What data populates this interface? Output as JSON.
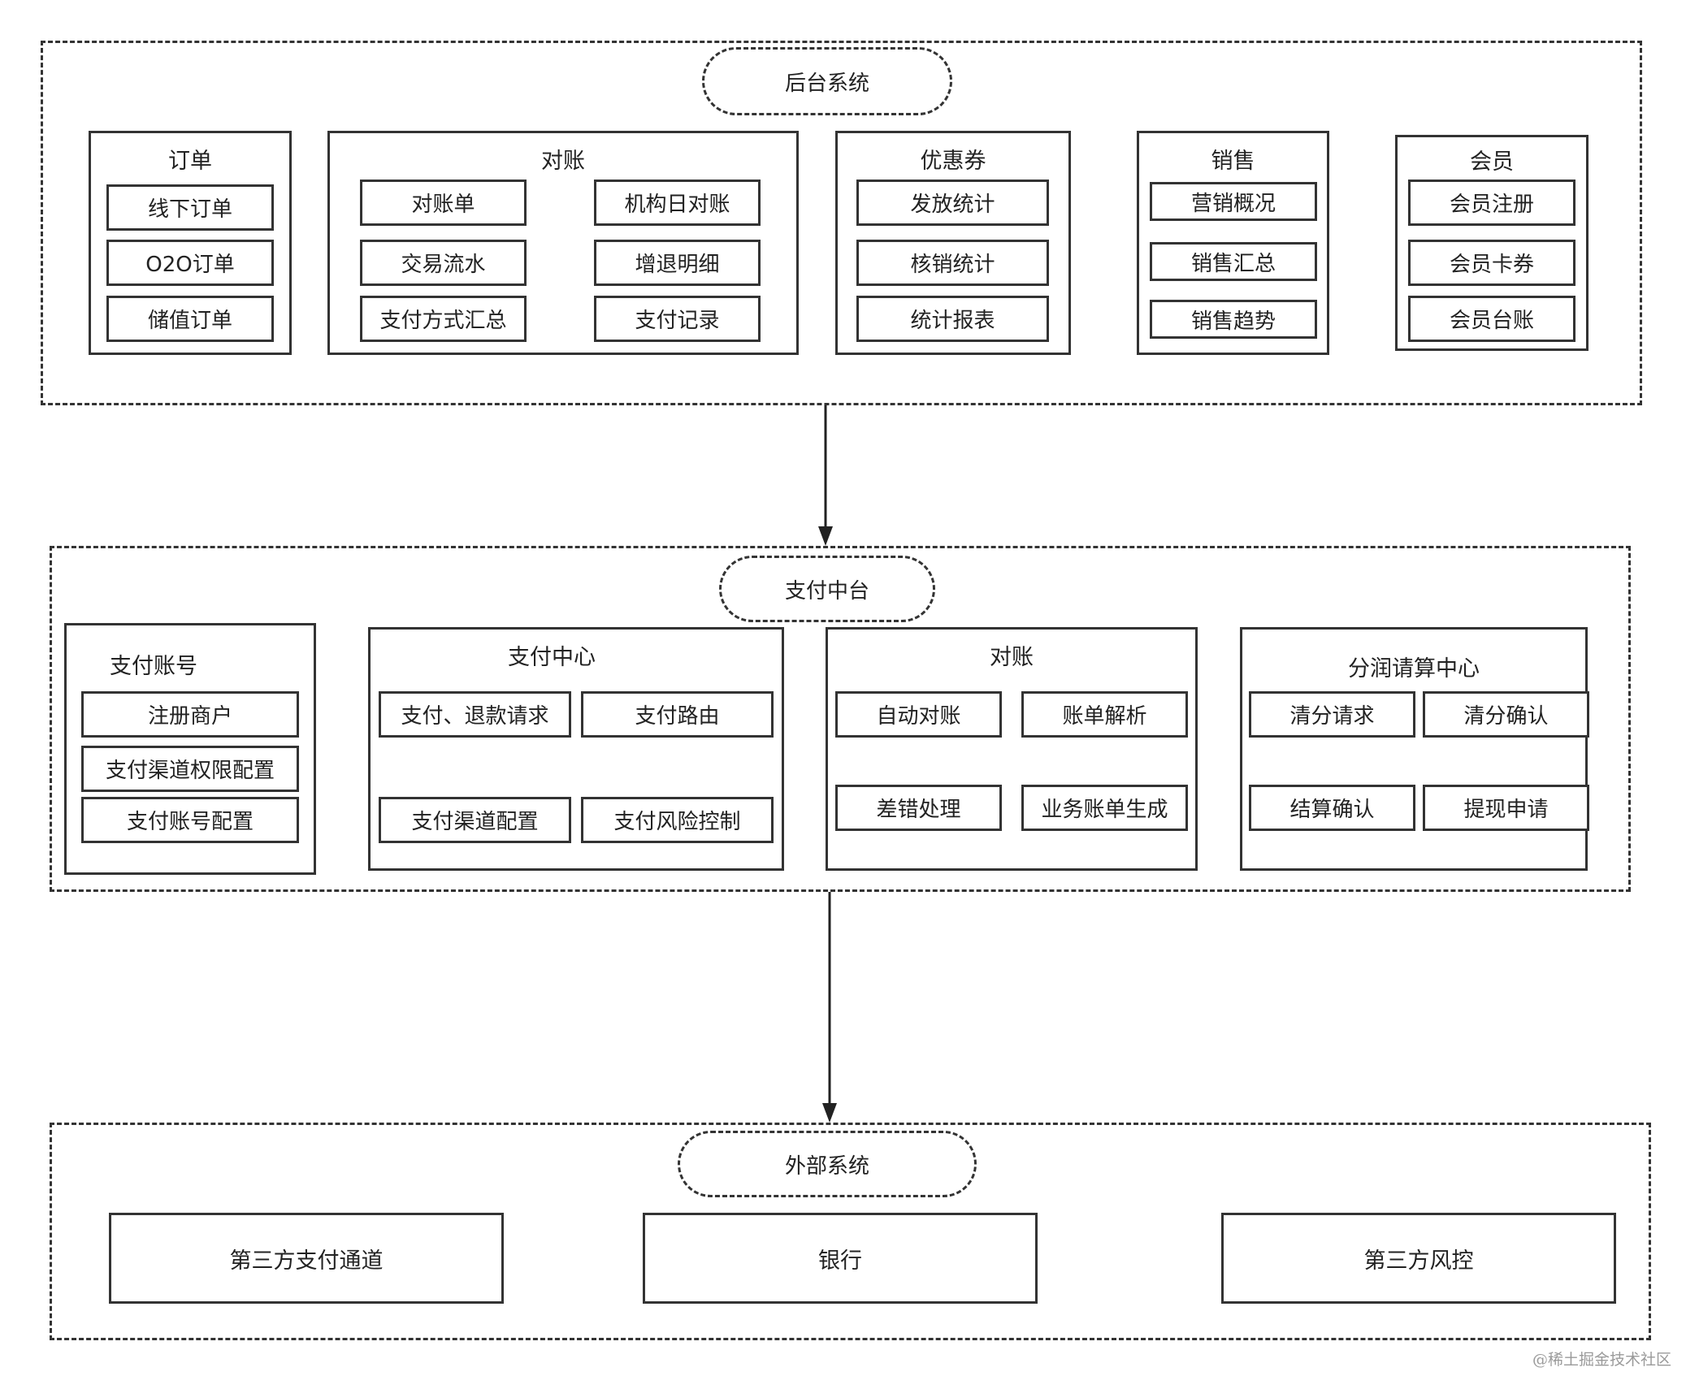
{
  "backend": {
    "title": "后台系统",
    "order": {
      "title": "订单",
      "items": [
        "线下订单",
        "O2O订单",
        "储值订单"
      ]
    },
    "recon": {
      "title": "对账",
      "items": [
        "对账单",
        "机构日对账",
        "交易流水",
        "增退明细",
        "支付方式汇总",
        "支付记录"
      ]
    },
    "coupon": {
      "title": "优惠券",
      "items": [
        "发放统计",
        "核销统计",
        "统计报表"
      ]
    },
    "sales": {
      "title": "销售",
      "items": [
        "营销概况",
        "销售汇总",
        "销售趋势"
      ]
    },
    "member": {
      "title": "会员",
      "items": [
        "会员注册",
        "会员卡券",
        "会员台账"
      ]
    }
  },
  "middle": {
    "title": "支付中台",
    "account": {
      "title": "支付账号",
      "items": [
        "注册商户",
        "支付渠道权限配置",
        "支付账号配置"
      ]
    },
    "paycenter": {
      "title": "支付中心",
      "items": [
        "支付、退款请求",
        "支付路由",
        "支付渠道配置",
        "支付风险控制"
      ]
    },
    "recon": {
      "title": "对账",
      "items": [
        "自动对账",
        "账单解析",
        "差错处理",
        "业务账单生成"
      ]
    },
    "settle": {
      "title": "分润请算中心",
      "items": [
        "清分请求",
        "清分确认",
        "结算确认",
        "提现申请"
      ]
    }
  },
  "external": {
    "title": "外部系统",
    "items": [
      "第三方支付通道",
      "银行",
      "第三方风控"
    ]
  },
  "watermark": "@稀土掘金技术社区"
}
